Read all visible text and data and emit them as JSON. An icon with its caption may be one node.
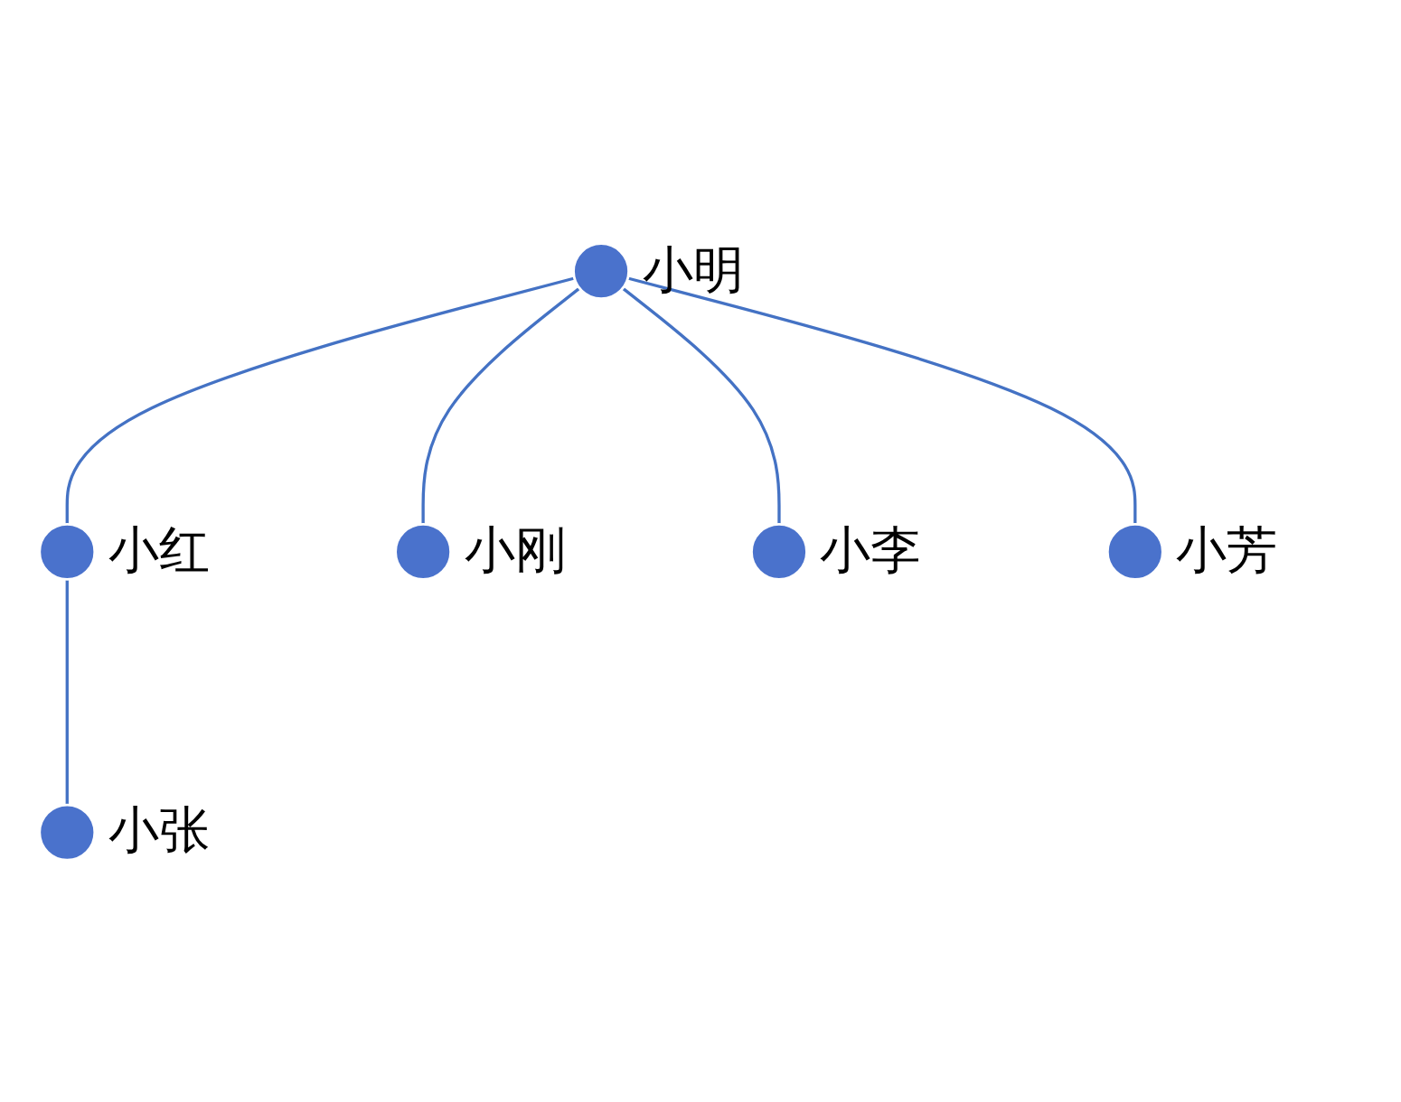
{
  "diagram": {
    "nodes": [
      {
        "text": [],
        "shape": "circle",
        "beside": [
          "小明"
        ]
      },
      {
        "text": [],
        "shape": "circle",
        "beside": [
          "小红"
        ]
      },
      {
        "text": [],
        "shape": "circle",
        "beside": [
          "小刚"
        ]
      },
      {
        "text": [],
        "shape": "circle",
        "beside": [
          "小李"
        ]
      },
      {
        "text": [],
        "shape": "circle",
        "beside": [
          "小芳"
        ]
      },
      {
        "text": [],
        "shape": "circle",
        "beside": [
          "小张"
        ]
      }
    ],
    "edges": [
      {
        "from": 0,
        "to": 1,
        "arrow": "none"
      },
      {
        "from": 0,
        "to": 2,
        "arrow": "none"
      },
      {
        "from": 0,
        "to": 3,
        "arrow": "none"
      },
      {
        "from": 0,
        "to": 4,
        "arrow": "none"
      },
      {
        "from": 1,
        "to": 5,
        "arrow": "none"
      }
    ]
  }
}
